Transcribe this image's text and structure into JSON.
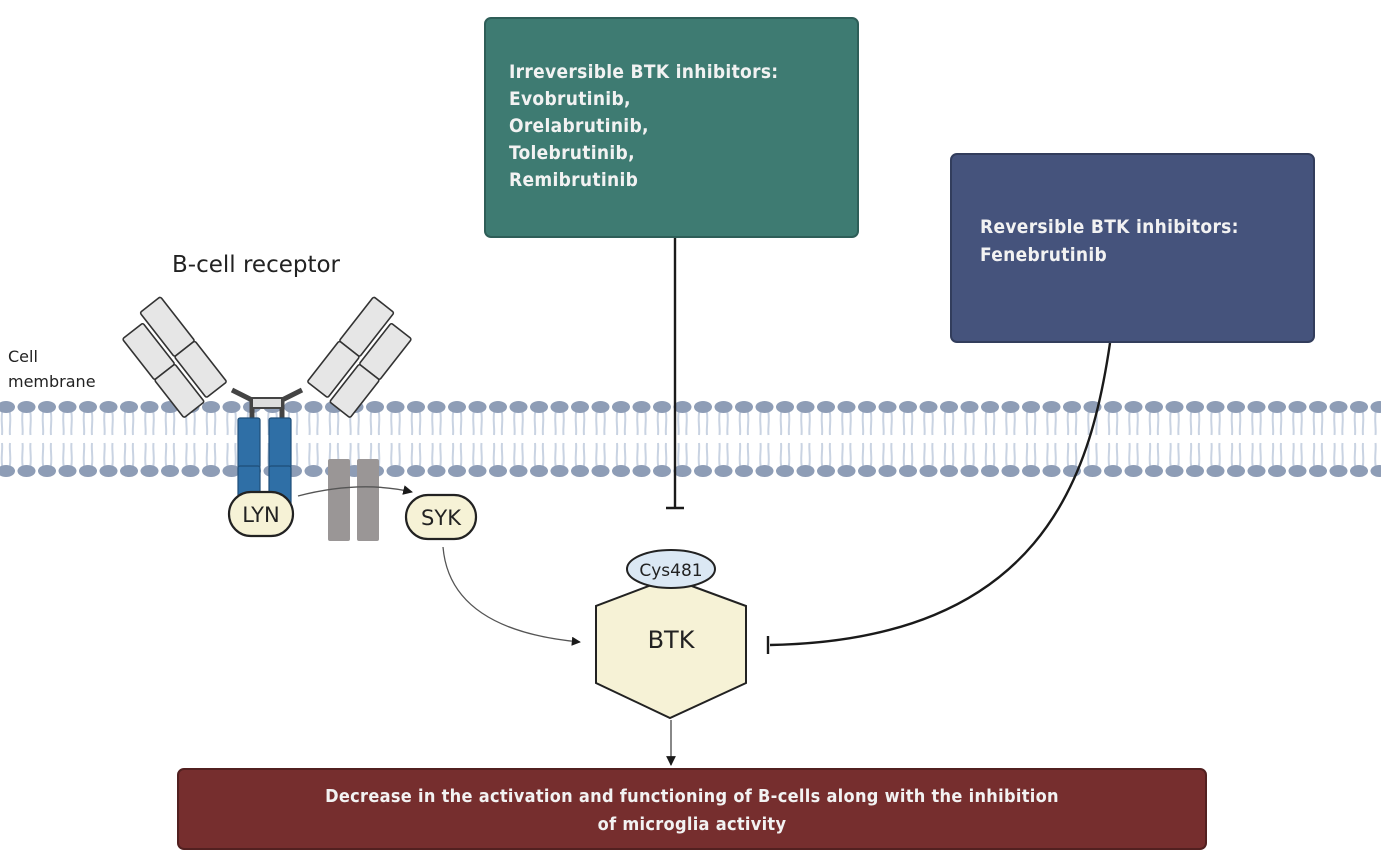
{
  "figure": {
    "receptor_label": "B-cell receptor",
    "membrane_label": [
      "Cell",
      "membrane"
    ],
    "nodes": {
      "lyn": "LYN",
      "syk": "SYK",
      "btk": "BTK",
      "binding_site": "Cys481"
    },
    "irreversible_box": {
      "title": "Irreversible BTK inhibitors:",
      "drugs": [
        "Evobrutinib,",
        "Orelabrutinib,",
        "Tolebrutinib,",
        "Remibrutinib"
      ]
    },
    "reversible_box": {
      "title": "Reversible BTK inhibitors:",
      "drugs": [
        "Fenebrutinib"
      ]
    },
    "outcome_box": {
      "lines": [
        "Decrease in the activation and functioning of B-cells along with the inhibition",
        "of microglia activity"
      ]
    },
    "edges": [
      {
        "from": "LYN",
        "to": "SYK",
        "type": "activation"
      },
      {
        "from": "SYK",
        "to": "BTK",
        "type": "activation"
      },
      {
        "from": "Irreversible BTK inhibitors",
        "to": "BTK",
        "type": "inhibition"
      },
      {
        "from": "Reversible BTK inhibitors",
        "to": "BTK",
        "type": "inhibition"
      },
      {
        "from": "BTK",
        "to": "Outcome",
        "type": "activation"
      }
    ],
    "colors": {
      "irreversible": "#3e7b72",
      "reversible": "#45537c",
      "outcome": "#762e2e",
      "btk_fill": "#f6f2d6",
      "cys_fill": "#dbe8f4",
      "receptor_blue": "#2f6fa6",
      "membrane": "#8e9db6"
    }
  }
}
